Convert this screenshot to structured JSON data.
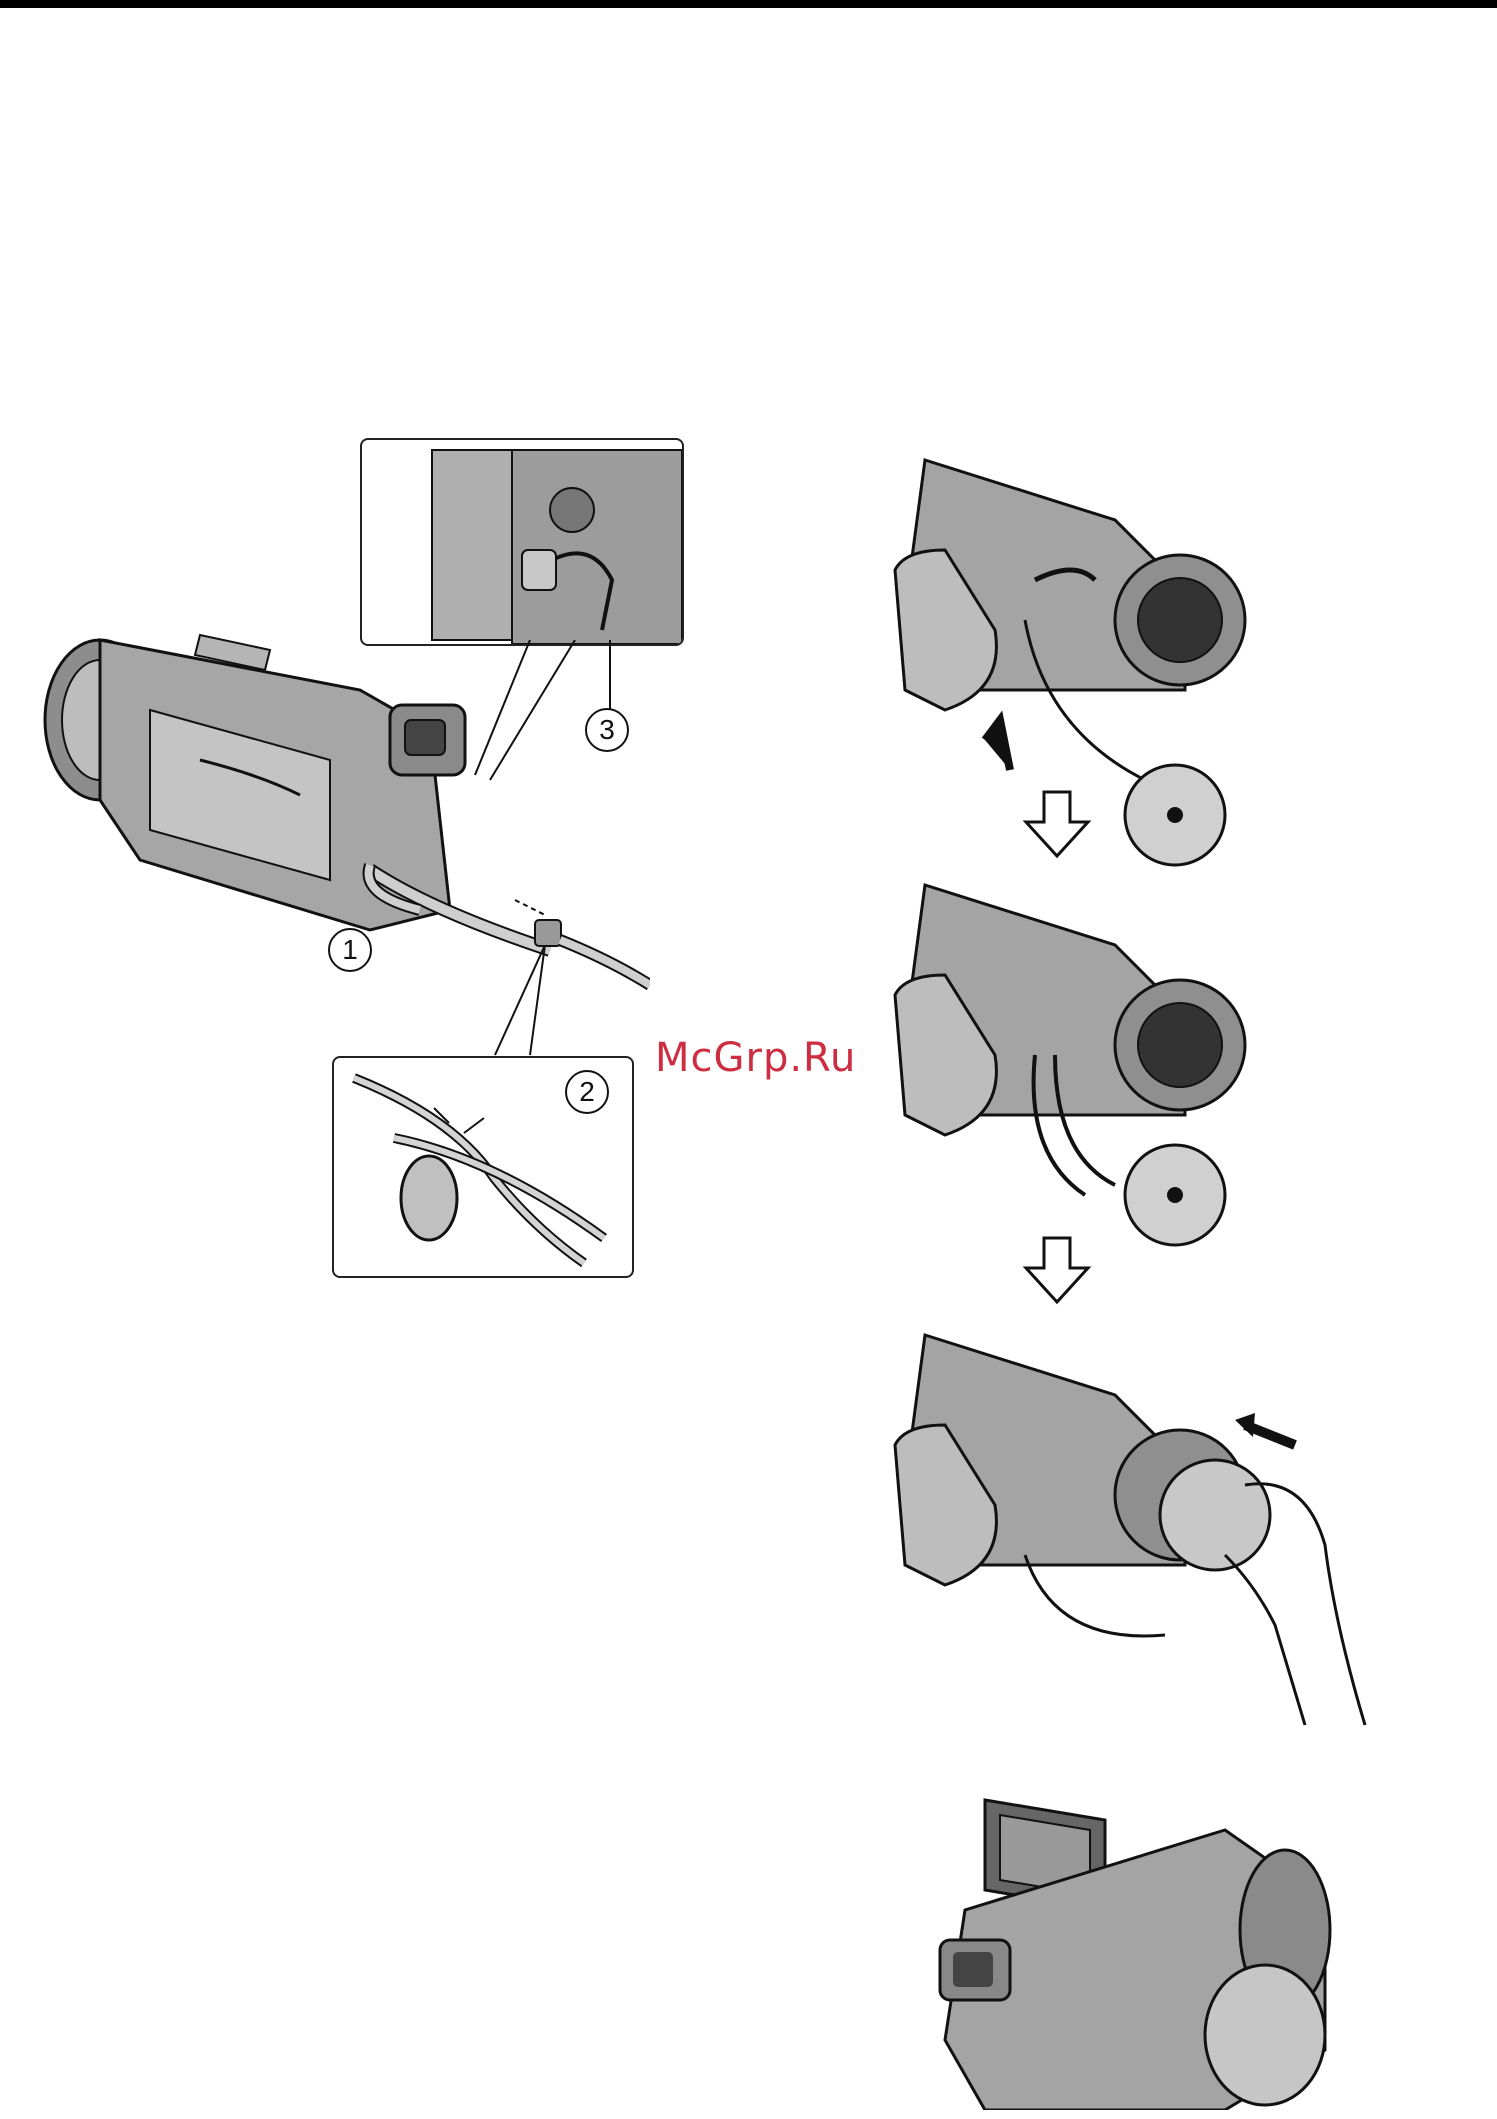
{
  "watermark": "McGrp.Ru",
  "callouts": {
    "c1": "1",
    "c2": "2",
    "c3": "3"
  },
  "colors": {
    "ink": "#111111",
    "body_gray": "#9a9a9a",
    "light_gray": "#c8c8c8",
    "dark_gray": "#555555",
    "watermark": "#c9162c"
  }
}
